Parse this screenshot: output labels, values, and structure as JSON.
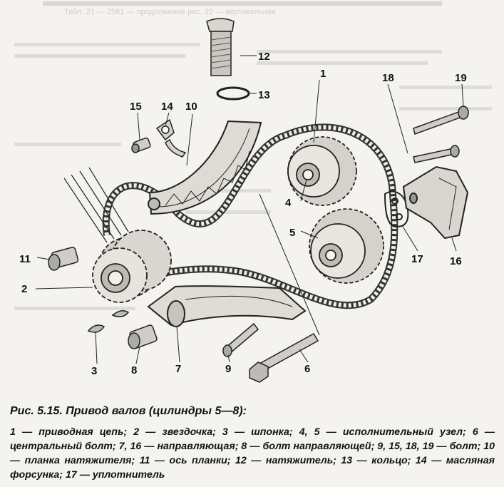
{
  "figure": {
    "labels": {
      "l1": "1",
      "l2": "2",
      "l3": "3",
      "l4": "4",
      "l5": "5",
      "l6": "6",
      "l7": "7",
      "l8": "8",
      "l9": "9",
      "l10": "10",
      "l11": "11",
      "l12": "12",
      "l13": "13",
      "l14": "14",
      "l15": "15",
      "l16": "16",
      "l17": "17",
      "l18": "18",
      "l19": "19"
    },
    "background_text": "Табл. 21 — 2561 — продолжение рис. 22 — вертикальная"
  },
  "caption": {
    "title": "Рис. 5.15. Привод валов (цилиндры 5—8):",
    "legend": "1 — приводная цепь; 2 — звездочка; 3 — шпонка; 4, 5 — исполнительный узел; 6 — центральный болт; 7, 16 — направляющая; 8 — болт направляющей; 9, 15, 18, 19 — болт; 10 — планка натяжителя; 11 — ось планки; 12 — натяжитель; 13 — кольцо; 14 — масляная форсунка; 17 — уплотнитель"
  }
}
